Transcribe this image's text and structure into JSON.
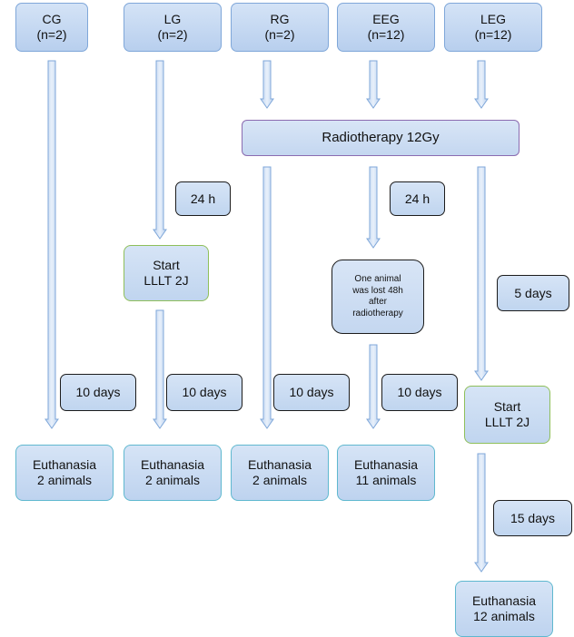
{
  "groups": {
    "cg": "CG\n(n=2)",
    "lg": "LG\n(n=2)",
    "rg": "RG\n(n=2)",
    "eeg": "EEG\n(n=12)",
    "leg": "LEG\n(n=12)"
  },
  "radiotherapy": "Radiotherapy 12Gy",
  "durations": {
    "lg_24h": "24 h",
    "eeg_24h": "24 h",
    "leg_5days": "5 days",
    "cg_10days": "10 days",
    "lg_10days": "10 days",
    "rg_10days": "10 days",
    "eeg_10days": "10 days",
    "leg_15days": "15 days"
  },
  "lllt": {
    "lg": "Start\nLLLT 2J",
    "leg": "Start\nLLLT 2J"
  },
  "lost_animal": "One animal\nwas lost 48h\nafter\nradiotherapy",
  "euthanasia": {
    "cg": "Euthanasia\n2 animals",
    "lg": "Euthanasia\n2 animals",
    "rg": "Euthanasia\n2 animals",
    "eeg": "Euthanasia\n11 animals",
    "leg": "Euthanasia\n12 animals"
  }
}
